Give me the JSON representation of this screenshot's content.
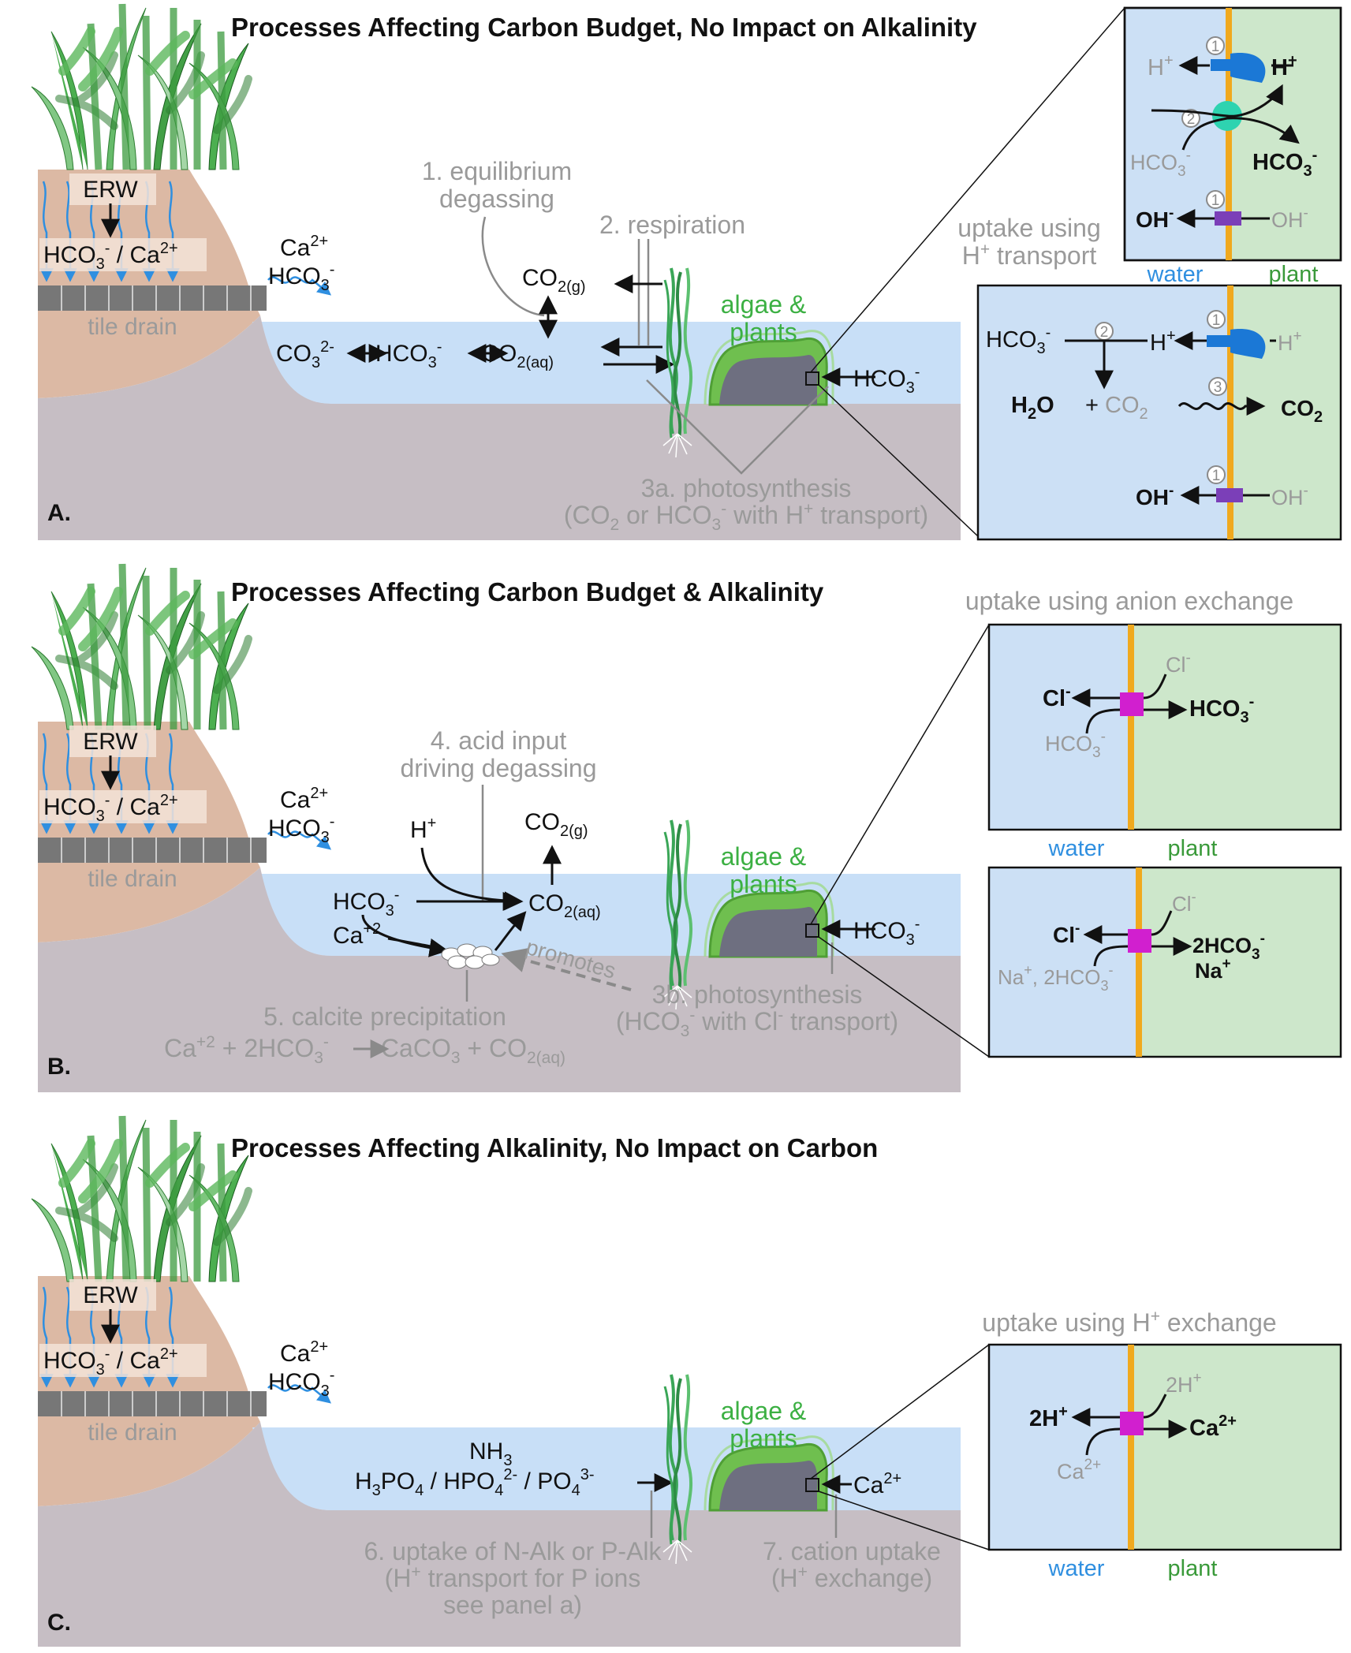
{
  "colors": {
    "soil": "#dcb9a4",
    "ground": "#c6bec4",
    "water": "#c8dff7",
    "inset_water": "#cce0f5",
    "inset_plant": "#cde7cb",
    "membrane": "#f0a91e",
    "h_pump": "#1b78d6",
    "transporter_oh": "#7b3fb8",
    "anion_exchanger": "#d11fcf",
    "carbonic_anhydrase": "#2ed3b0",
    "algae": "#6fbf4f",
    "rock": "#6e6f80",
    "drain_arrows": "#2f8fe0",
    "label_green": "#3cb043",
    "label_blue": "#2f8fe0"
  },
  "common": {
    "erw": "ERW",
    "hco3_base": "HCO",
    "sub3": "3",
    "sub2": "2",
    "ca_base": "Ca",
    "tile_drain": "tile drain",
    "algae_line1": "algae &",
    "algae_line2": "plants",
    "water_label": "water",
    "plant_label": "plant"
  },
  "panel_a": {
    "title": "Processes Affecting Carbon Budget, No Impact on Alkalinity",
    "letter": "A.",
    "label_1a": "1. equilibrium",
    "label_1b": "degassing",
    "label_2": "2. respiration",
    "label_3a_line1": "3a. photosynthesis",
    "label_3a_line2_pre": "(CO",
    "label_3a_line2_mid": " or HCO",
    "label_3a_line2_post": " with H",
    "label_3a_line2_end": " transport)",
    "uptake_line1": "uptake using",
    "uptake_line2_pre": "H",
    "uptake_line2_post": " transport",
    "co3": "CO",
    "co2g_sub": "2(g)",
    "co2aq_sub": "2(aq)",
    "h2o": "H",
    "h2o_post": "O",
    "co2": "CO",
    "oh": "OH",
    "h": "H",
    "plus": "+"
  },
  "panel_b": {
    "title": "Processes Affecting Carbon Budget & Alkalinity",
    "letter": "B.",
    "uptake_title": "uptake using anion exchange",
    "label_4a": "4. acid input",
    "label_4b": "driving degassing",
    "label_5a": "5. calcite precipitation",
    "label_5b_ca": "Ca",
    "label_5b_mid": " + 2HCO",
    "label_5b_arrow_target": "CaCO",
    "label_5b_plus": " + CO",
    "promotes": "promotes",
    "label_3b_line1": "3b. photosynthesis",
    "label_3b_line2_pre": "(HCO",
    "label_3b_line2_mid": " with Cl",
    "label_3b_line2_post": " transport)",
    "cl": "Cl",
    "na_2hco3_pre": "Na",
    "na_2hco3_post": ", 2HCO",
    "two_hco3": "2HCO",
    "na": "Na"
  },
  "panel_c": {
    "title": "Processes Affecting Alkalinity, No Impact on Carbon",
    "letter": "C.",
    "uptake_title_pre": "uptake using H",
    "uptake_title_post": " exchange",
    "nh3": "NH",
    "phosphates_a": "H",
    "phosphates_b": "PO",
    "phosphates_c": " / HPO",
    "phosphates_d": " / PO",
    "label_6a": "6. uptake of N-Alk or P-Alk",
    "label_6b_pre": "(H",
    "label_6b_post": " transport for P ions",
    "label_6c": "see panel a)",
    "label_7a": "7. cation uptake",
    "label_7b_pre": "(H",
    "label_7b_post": " exchange)",
    "two_h": "2H"
  }
}
